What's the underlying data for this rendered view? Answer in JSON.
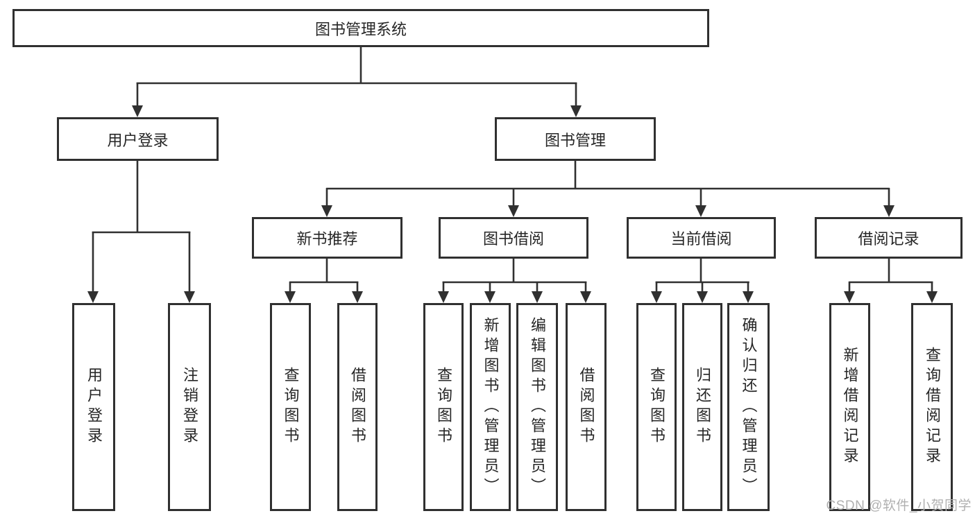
{
  "diagram": {
    "root": {
      "label": "图书管理系统",
      "children": [
        {
          "label": "用户登录",
          "children": [
            {
              "label": "用户登录"
            },
            {
              "label": "注销登录"
            }
          ]
        },
        {
          "label": "图书管理",
          "children": [
            {
              "label": "新书推荐",
              "children": [
                {
                  "label": "查询图书"
                },
                {
                  "label": "借阅图书"
                }
              ]
            },
            {
              "label": "图书借阅",
              "children": [
                {
                  "label": "查询图书"
                },
                {
                  "label": "新增图书（管理员）"
                },
                {
                  "label": "编辑图书（管理员）"
                },
                {
                  "label": "借阅图书"
                }
              ]
            },
            {
              "label": "当前借阅",
              "children": [
                {
                  "label": "查询图书"
                },
                {
                  "label": "归还图书"
                },
                {
                  "label": "确认归还（管理员）"
                }
              ]
            },
            {
              "label": "借阅记录",
              "children": [
                {
                  "label": "新增借阅记录"
                },
                {
                  "label": "查询借阅记录"
                }
              ]
            }
          ]
        }
      ]
    },
    "colors": {
      "line": "#303030",
      "text": "#262626",
      "watermark": "#b0b0b0",
      "background": "#ffffff"
    }
  },
  "watermark": {
    "text": "CSDN @软件_小贺同学"
  }
}
